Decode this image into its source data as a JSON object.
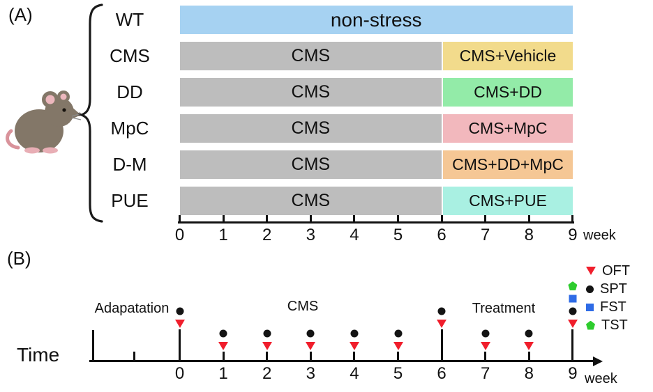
{
  "panel_a": {
    "label": "(A)",
    "axis": {
      "ticks": [
        "0",
        "1",
        "2",
        "3",
        "4",
        "5",
        "6",
        "7",
        "8",
        "9"
      ],
      "unit": "week"
    },
    "groups": [
      {
        "name": "WT",
        "segments": [
          {
            "label": "non-stress",
            "start": 0,
            "end": 9,
            "color": "#A6D2F2"
          }
        ]
      },
      {
        "name": "CMS",
        "segments": [
          {
            "label": "CMS",
            "start": 0,
            "end": 6,
            "color": "#BDBDBD"
          },
          {
            "label": "CMS+Vehicle",
            "start": 6,
            "end": 9,
            "color": "#F2DB8C"
          }
        ]
      },
      {
        "name": "DD",
        "segments": [
          {
            "label": "CMS",
            "start": 0,
            "end": 6,
            "color": "#BDBDBD"
          },
          {
            "label": "CMS+DD",
            "start": 6,
            "end": 9,
            "color": "#93EBA8"
          }
        ]
      },
      {
        "name": "MpC",
        "segments": [
          {
            "label": "CMS",
            "start": 0,
            "end": 6,
            "color": "#BDBDBD"
          },
          {
            "label": "CMS+MpC",
            "start": 6,
            "end": 9,
            "color": "#F2B8BD"
          }
        ]
      },
      {
        "name": "D-M",
        "segments": [
          {
            "label": "CMS",
            "start": 0,
            "end": 6,
            "color": "#BDBDBD"
          },
          {
            "label": "CMS+DD+MpC",
            "start": 6,
            "end": 9,
            "color": "#F5C795"
          }
        ]
      },
      {
        "name": "PUE",
        "segments": [
          {
            "label": "CMS",
            "start": 0,
            "end": 6,
            "color": "#BDBDBD"
          },
          {
            "label": "CMS+PUE",
            "start": 6,
            "end": 9,
            "color": "#A9F0E2"
          }
        ]
      }
    ]
  },
  "panel_b": {
    "label": "(B)",
    "time_label": "Time",
    "phase_labels": [
      "Adapatation",
      "CMS",
      "Treatment"
    ],
    "legend": [
      {
        "label": "OFT",
        "marker": "triangle-down",
        "color": "#F01E2C"
      },
      {
        "label": "SPT",
        "marker": "circle",
        "color": "#141414"
      },
      {
        "label": "FST",
        "marker": "square",
        "color": "#2E6BE6"
      },
      {
        "label": "TST",
        "marker": "pentagon",
        "color": "#2ECC2E"
      }
    ],
    "axis": {
      "ticks": [
        "0",
        "1",
        "2",
        "3",
        "4",
        "5",
        "6",
        "7",
        "8",
        "9"
      ],
      "unit": "week"
    },
    "events": [
      {
        "week": 0,
        "tick": "tall",
        "markers": [
          "OFT",
          "SPT"
        ]
      },
      {
        "week": 1,
        "tick": "small",
        "markers": [
          "OFT",
          "SPT"
        ]
      },
      {
        "week": 2,
        "tick": "small",
        "markers": [
          "OFT",
          "SPT"
        ]
      },
      {
        "week": 3,
        "tick": "small",
        "markers": [
          "OFT",
          "SPT"
        ]
      },
      {
        "week": 4,
        "tick": "small",
        "markers": [
          "OFT",
          "SPT"
        ]
      },
      {
        "week": 5,
        "tick": "small",
        "markers": [
          "OFT",
          "SPT"
        ]
      },
      {
        "week": 6,
        "tick": "tall",
        "markers": [
          "OFT",
          "SPT"
        ]
      },
      {
        "week": 7,
        "tick": "small",
        "markers": [
          "OFT",
          "SPT"
        ]
      },
      {
        "week": 8,
        "tick": "small",
        "markers": [
          "OFT",
          "SPT"
        ]
      },
      {
        "week": 9,
        "tick": "tall",
        "markers": [
          "OFT",
          "SPT",
          "FST",
          "TST"
        ]
      }
    ]
  }
}
